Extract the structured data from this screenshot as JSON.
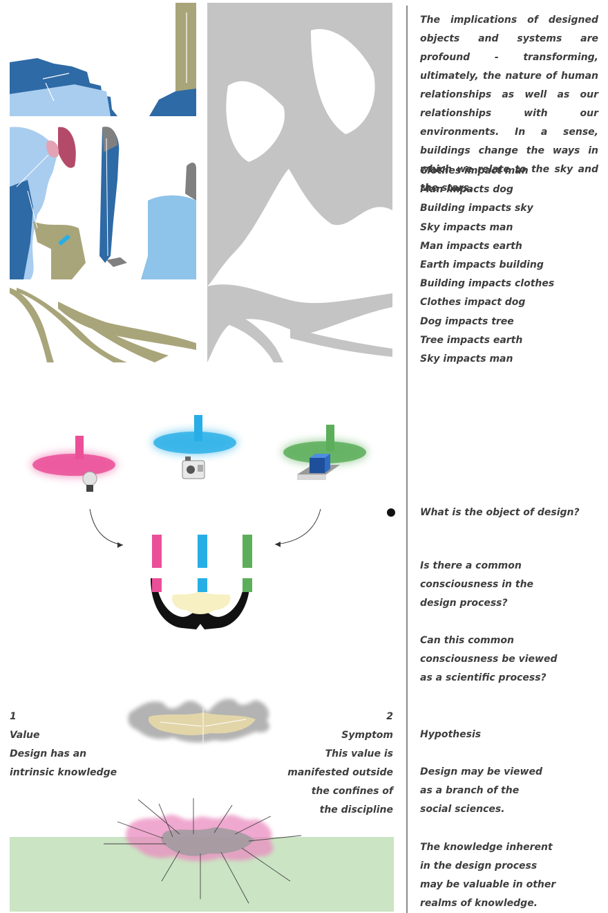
{
  "intro_text": "The implications of designed objects and systems are profound - transforming, ultimately, the nature of human relationships as well as our relationships with our environments. In a sense, buildings change the ways in which we relate to the sky and the stars.",
  "impacts": [
    "Clothes impact man",
    "Man impacts dog",
    "Building impacts sky",
    "Sky impacts man",
    "Man impacts earth",
    "Earth impacts building",
    "Building impacts clothes",
    "Clothes impact dog",
    "Dog impacts tree",
    "Tree impacts earth",
    "Sky impacts man"
  ],
  "questions": {
    "q1": "What is the object of design?",
    "q2_lines": [
      "Is there a common",
      "consciousness in the",
      "design process?"
    ],
    "q3_lines": [
      "Can this common",
      "consciousness be viewed",
      "as a scientific process?"
    ],
    "hypothesis": "Hypothesis",
    "h1_lines": [
      "Design may be viewed",
      "as a branch of the",
      "social sciences."
    ],
    "h2_lines": [
      "The knowledge inherent",
      "in the design process",
      "may be valuable in other",
      "realms of knowledge."
    ]
  },
  "labels": {
    "left": {
      "number": "1",
      "title": "Value",
      "lines": [
        "Design has an",
        "intrinsic knowledge"
      ]
    },
    "right": {
      "number": "2",
      "title": "Symptom",
      "lines": [
        "This value is",
        "manifested outside",
        "the confines of",
        "the discipline"
      ]
    }
  },
  "colors": {
    "pink": "#ea4f98",
    "cyan": "#27aee6",
    "green": "#5cae5a",
    "olive": "#a9a57a",
    "blue": "#2e5f95",
    "light_blue": "#8ec3ea",
    "gray": "#c4c4c4",
    "cream": "#f6f0c2",
    "ground": "#cbe4c4"
  },
  "icons": [
    "light-bulb-icon",
    "video-camera-icon",
    "cube-icon"
  ]
}
